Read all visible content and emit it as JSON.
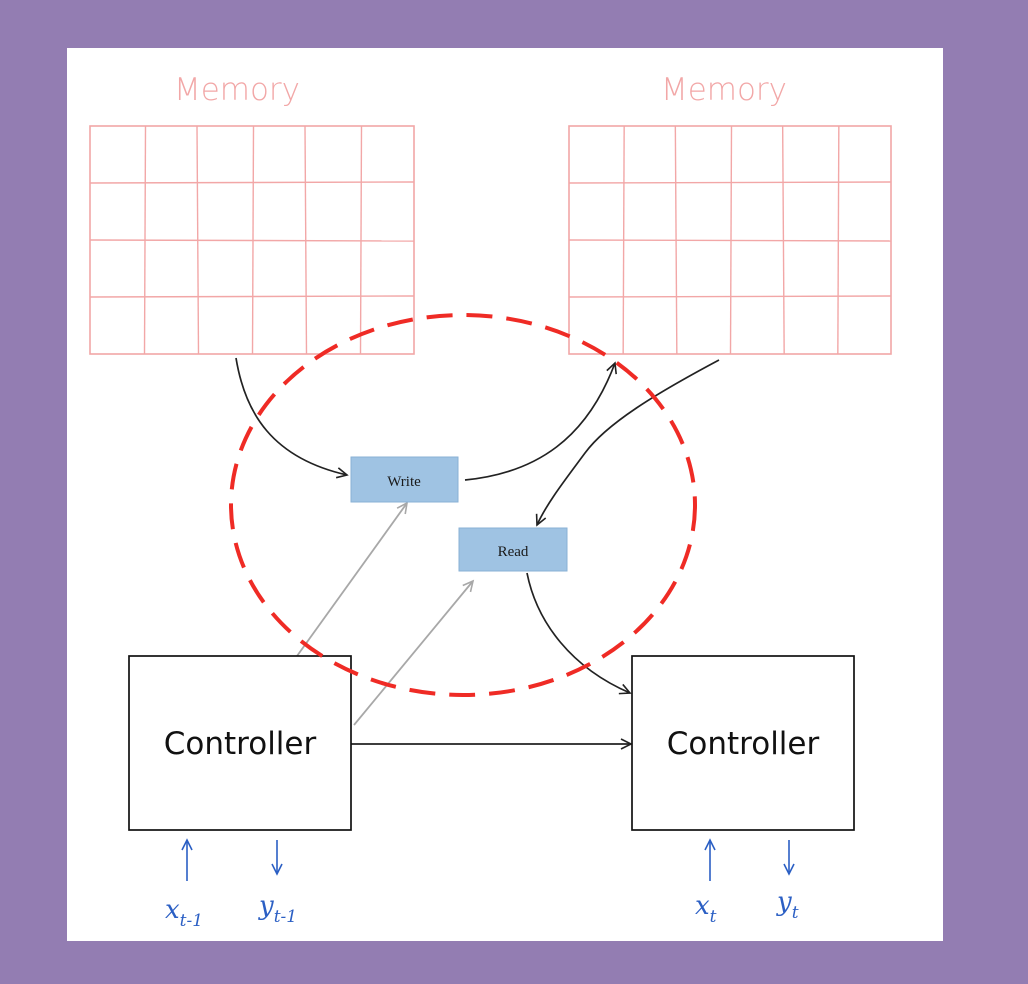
{
  "memory_left": {
    "title": "Memory",
    "rows": 4,
    "cols": 6
  },
  "memory_right": {
    "title": "Memory",
    "rows": 4,
    "cols": 6
  },
  "write_op": {
    "label": "Write"
  },
  "read_op": {
    "label": "Read"
  },
  "controller_left": {
    "label": "Controller",
    "input_var": "x",
    "input_sub": "t-1",
    "output_var": "y",
    "output_sub": "t-1"
  },
  "controller_right": {
    "label": "Controller",
    "input_var": "x",
    "input_sub": "t",
    "output_var": "y",
    "output_sub": "t"
  },
  "colors": {
    "background": "#937db2",
    "memory_grid": "#f2a7a7",
    "op_box": "#9fc3e3",
    "highlight_circle": "#ef2b25",
    "io_arrows": "#2b5fc4",
    "control_arrows": "#a8a8a8",
    "flow_arrows": "#222222"
  },
  "icons": [
    "dashed-highlight-circle-icon",
    "arrow-icon"
  ]
}
